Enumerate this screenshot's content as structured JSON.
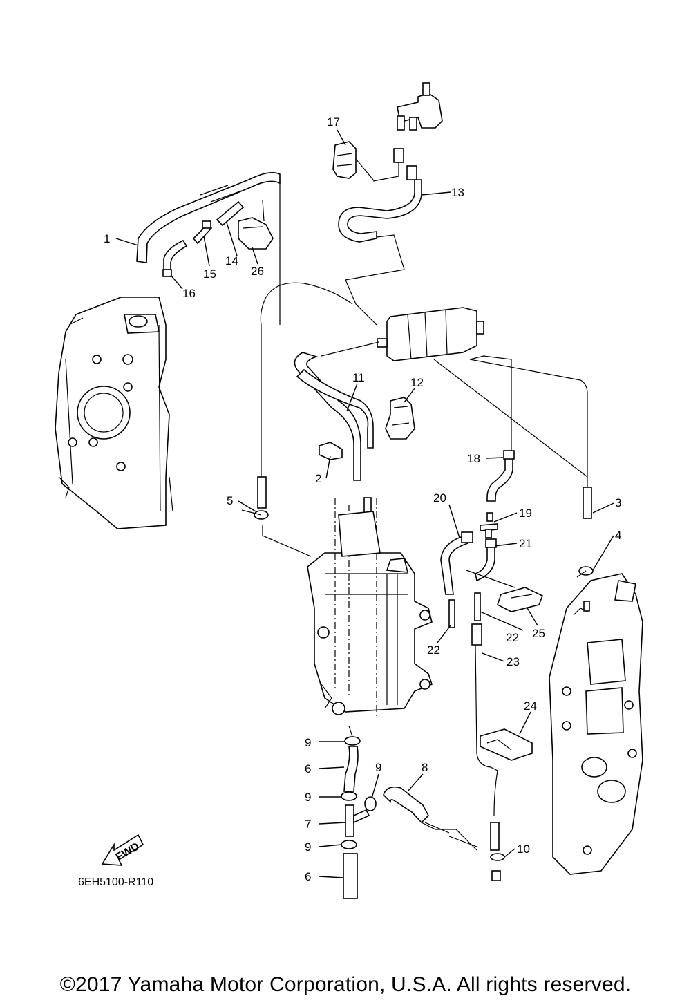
{
  "diagram": {
    "ref_code": "6EH5100-R110",
    "fwd_label": "FWD",
    "callouts": [
      {
        "id": "c1",
        "label": "1"
      },
      {
        "id": "c2",
        "label": "2"
      },
      {
        "id": "c3",
        "label": "3"
      },
      {
        "id": "c4",
        "label": "4"
      },
      {
        "id": "c5",
        "label": "5"
      },
      {
        "id": "c6a",
        "label": "6"
      },
      {
        "id": "c6b",
        "label": "6"
      },
      {
        "id": "c7",
        "label": "7"
      },
      {
        "id": "c8",
        "label": "8"
      },
      {
        "id": "c9a",
        "label": "9"
      },
      {
        "id": "c9b",
        "label": "9"
      },
      {
        "id": "c9c",
        "label": "9"
      },
      {
        "id": "c9d",
        "label": "9"
      },
      {
        "id": "c10",
        "label": "10"
      },
      {
        "id": "c11",
        "label": "11"
      },
      {
        "id": "c12",
        "label": "12"
      },
      {
        "id": "c13",
        "label": "13"
      },
      {
        "id": "c14",
        "label": "14"
      },
      {
        "id": "c15",
        "label": "15"
      },
      {
        "id": "c16",
        "label": "16"
      },
      {
        "id": "c17",
        "label": "17"
      },
      {
        "id": "c18",
        "label": "18"
      },
      {
        "id": "c19",
        "label": "19"
      },
      {
        "id": "c20",
        "label": "20"
      },
      {
        "id": "c21",
        "label": "21"
      },
      {
        "id": "c22a",
        "label": "22"
      },
      {
        "id": "c22b",
        "label": "22"
      },
      {
        "id": "c23",
        "label": "23"
      },
      {
        "id": "c24",
        "label": "24"
      },
      {
        "id": "c25",
        "label": "25"
      },
      {
        "id": "c26",
        "label": "26"
      }
    ]
  },
  "footer": {
    "copyright": "©2017 Yamaha Motor Corporation, U.S.A. All rights reserved."
  }
}
